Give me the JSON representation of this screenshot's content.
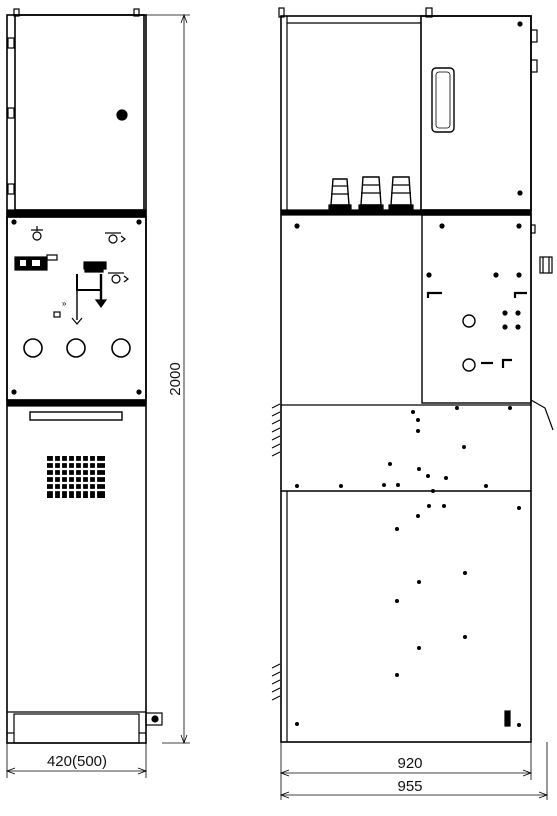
{
  "drawing": {
    "front_view": {
      "height_label": "2000",
      "width_label": "420(500)"
    },
    "side_view": {
      "inner_depth_label": "920",
      "outer_depth_label": "955"
    }
  }
}
